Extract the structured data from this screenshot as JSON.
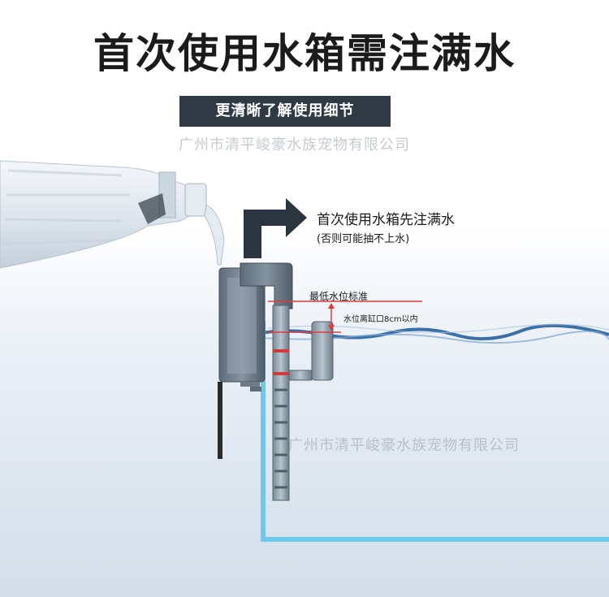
{
  "header": {
    "title": "首次使用水箱需注满水",
    "subtitle": "更清晰了解使用细节"
  },
  "watermark": {
    "text": "广州市清平峻豪水族宠物有限公司"
  },
  "annotations": {
    "fill_instruction": "首次使用水箱先注满水",
    "fill_note": "(否则可能抽不上水)",
    "min_level_label": "最低水位标准",
    "distance_label": "水位离缸口8cm以内"
  },
  "colors": {
    "banner": "#2f3a45",
    "tank_edge": "#6ec8ec",
    "water_line": "#3a6fa8",
    "marker_red": "#e23a3a"
  }
}
